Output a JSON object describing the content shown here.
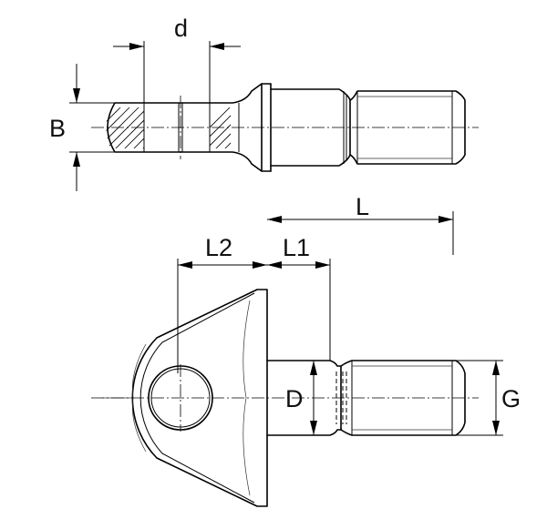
{
  "dimensions": {
    "d": "d",
    "B": "B",
    "L": "L",
    "L2": "L2",
    "L1": "L1",
    "D": "D",
    "G": "G"
  }
}
